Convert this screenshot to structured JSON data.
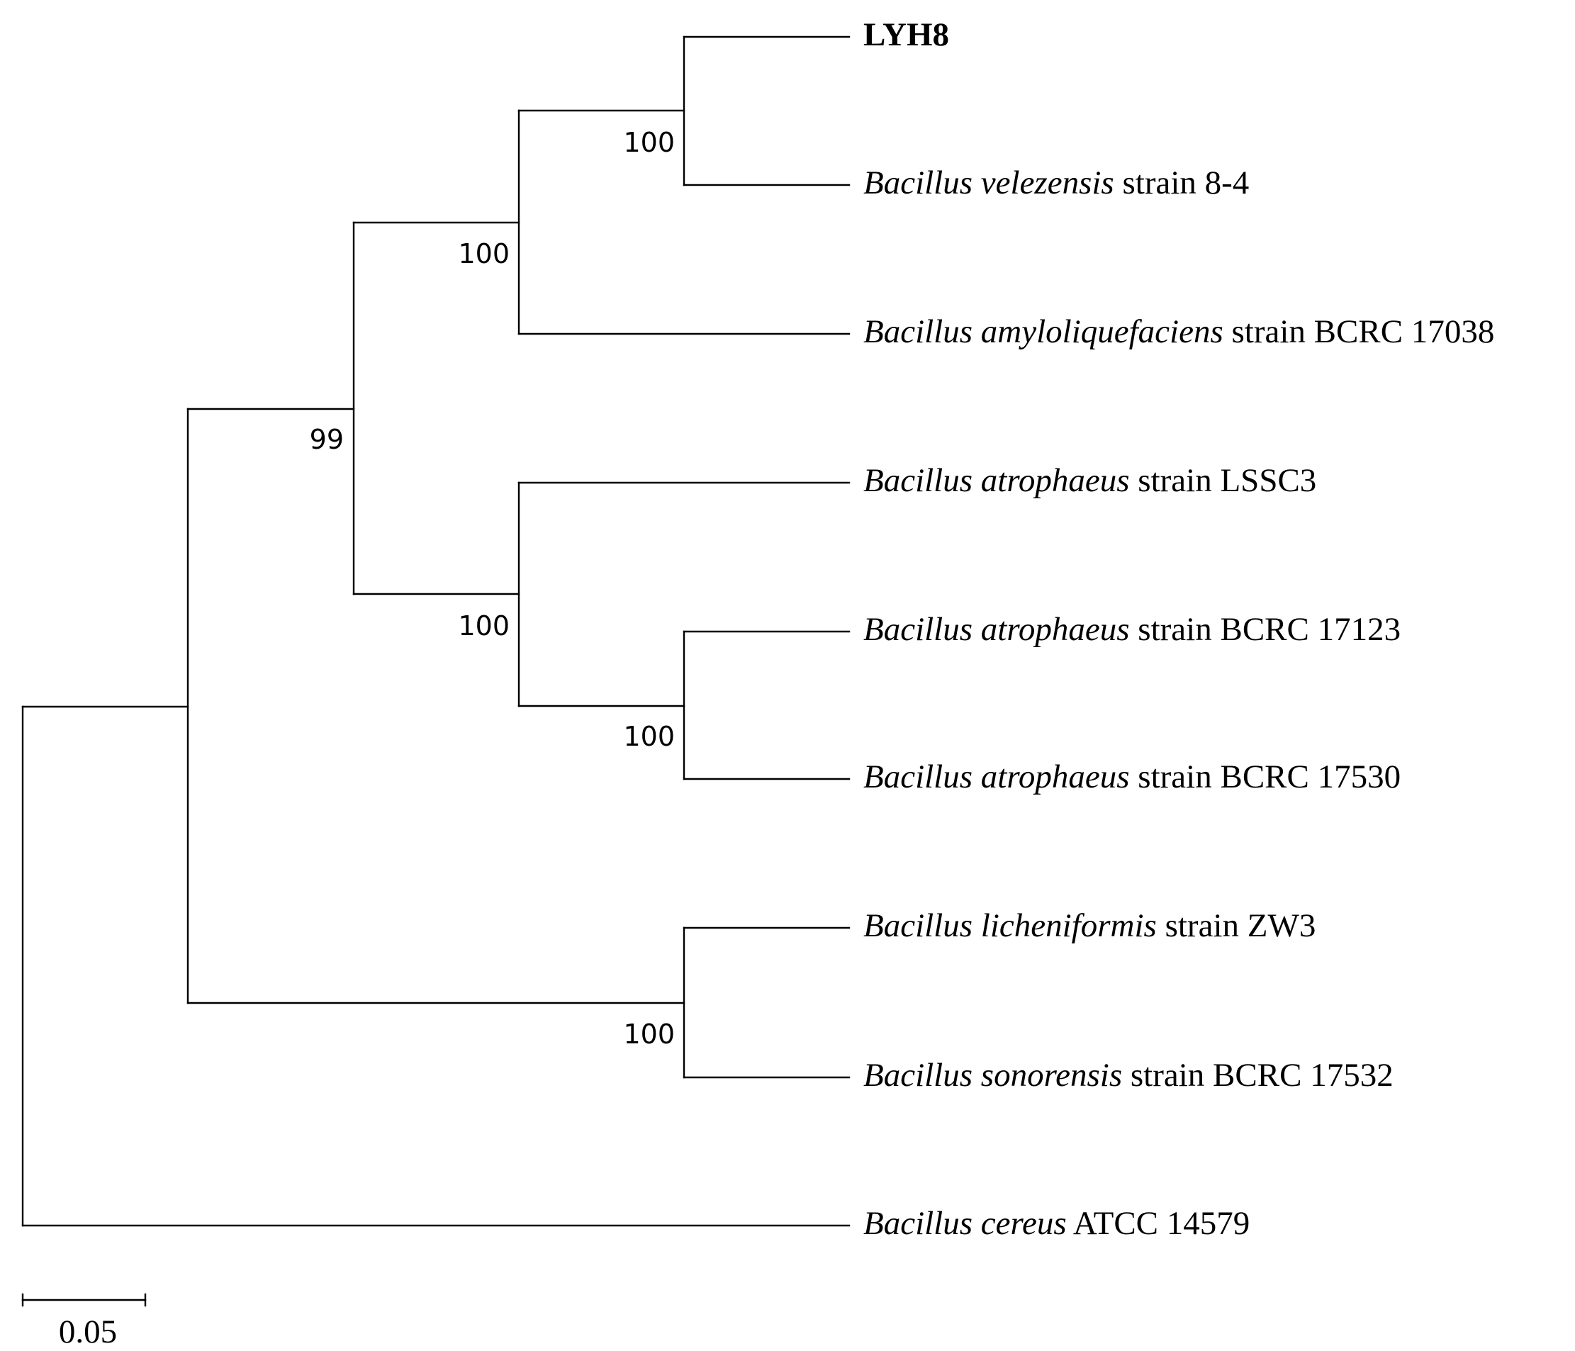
{
  "taxa": [
    {
      "id": "lyh8",
      "text": "LYH8",
      "bold": true
    },
    {
      "id": "velezensis",
      "genus": "Bacillus velezensis",
      "rest": " strain 8-4"
    },
    {
      "id": "amyloliquefaciens",
      "genus": "Bacillus amyloliquefaciens",
      "rest": " strain BCRC 17038"
    },
    {
      "id": "atrophaeus-lssc3",
      "genus": "Bacillus atrophaeus",
      "rest": " strain LSSC3"
    },
    {
      "id": "atrophaeus-17123",
      "genus": "Bacillus atrophaeus",
      "rest": " strain BCRC 17123"
    },
    {
      "id": "atrophaeus-17530",
      "genus": "Bacillus atrophaeus",
      "rest": " strain BCRC 17530"
    },
    {
      "id": "licheniformis",
      "genus": "Bacillus licheniformis",
      "rest": " strain ZW3"
    },
    {
      "id": "sonorensis",
      "genus": "Bacillus sonorensis",
      "rest": " strain BCRC 17532"
    },
    {
      "id": "cereus",
      "genus": "Bacillus cereus",
      "rest": " ATCC 14579"
    }
  ],
  "bootstrap": {
    "lyh8_velezensis": "100",
    "velezensis_amyloliquefaciens": "100",
    "upper_clade": "99",
    "atrophaeus_clade": "100",
    "atrophaeus_pair": "100",
    "licheniformis_sonorensis": "100"
  },
  "scale_bar": {
    "label": "0.05",
    "value": 0.05
  }
}
